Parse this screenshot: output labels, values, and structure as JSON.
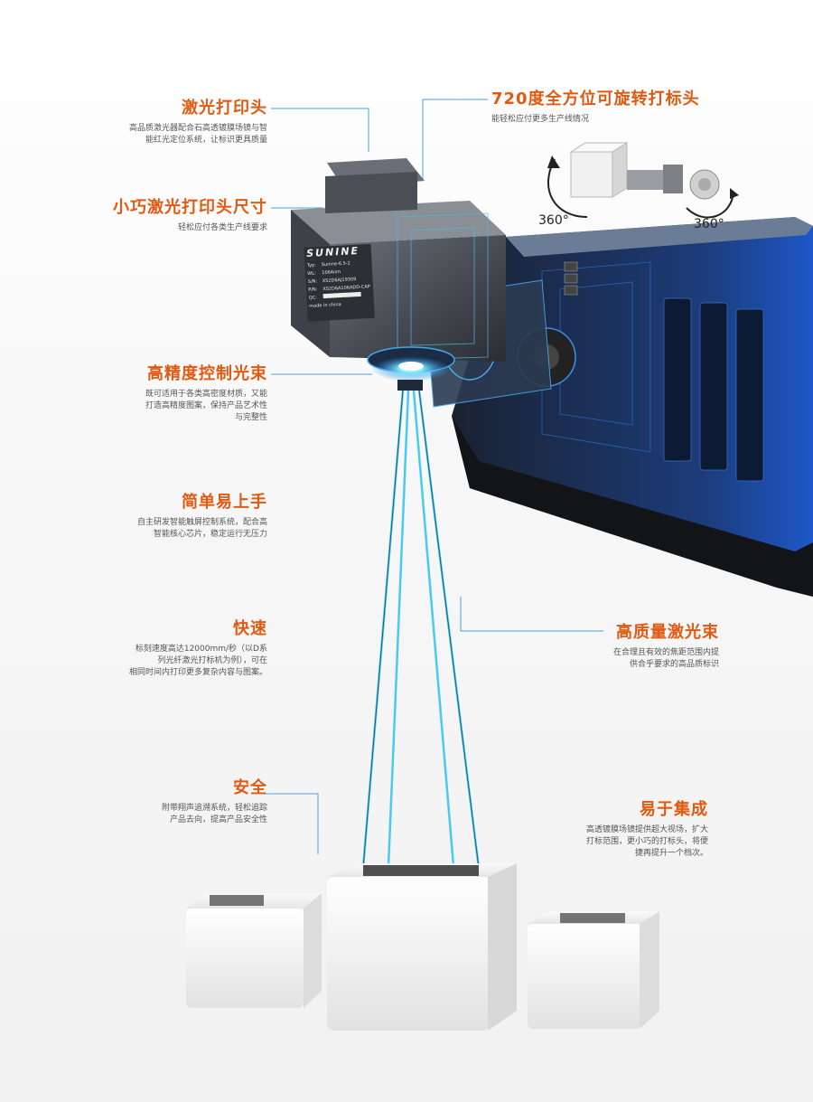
{
  "features": [
    {
      "id": "laser-head",
      "title": "激光打印头",
      "desc": [
        "高品质激光器配合石高透镀膜场镜与智",
        "能红光定位系统，让标识更具质量"
      ]
    },
    {
      "id": "rotate-720",
      "title": "720度全方位可旋转打标头",
      "desc": [
        "能轻松应付更多生产线情况"
      ]
    },
    {
      "id": "compact-size",
      "title": "小巧激光打印头尺寸",
      "desc": [
        "轻松应付各类生产线要求"
      ]
    },
    {
      "id": "precision-beam",
      "title": "高精度控制光束",
      "desc": [
        "既可适用于各类高密度材质，又能",
        "打造高精度图案，保持产品艺术性",
        "与完整性"
      ]
    },
    {
      "id": "easy-use",
      "title": "简单易上手",
      "desc": [
        "自主研发智能触屏控制系统，配合高",
        "智能核心芯片，稳定运行无压力"
      ]
    },
    {
      "id": "fast",
      "title": "快速",
      "desc": [
        "标刻速度高达12000mm/秒（以D系",
        "列光纤激光打标机为例），可在",
        "相同时间内打印更多复杂内容与图案。"
      ]
    },
    {
      "id": "quality-beam",
      "title": "高质量激光束",
      "desc": [
        "在合理且有效的焦距范围内提",
        "供合乎要求的高品质标识"
      ]
    },
    {
      "id": "safety",
      "title": "安全",
      "desc": [
        "附带翔声追溯系统，轻松追踪",
        "产品去向，提高产品安全性"
      ]
    },
    {
      "id": "integration",
      "title": "易于集成",
      "desc": [
        "高透镀膜场镜提供超大视场，扩大",
        "打标范围，更小巧的打标头，将便",
        "捷再提升一个档次。"
      ]
    }
  ],
  "rotation": {
    "left": "360°",
    "right": "360°"
  },
  "device": {
    "brand": "SUNINE",
    "label_rows": [
      {
        "key": "Typ:",
        "val": "Sunine-6.5-2"
      },
      {
        "key": "WL:",
        "val": "1064nm"
      },
      {
        "key": "S/N:",
        "val": "XS2D6AJ19309"
      },
      {
        "key": "P/N:",
        "val": "XS2D6A106ADD-CAP"
      },
      {
        "key": "QC:",
        "val": ""
      }
    ],
    "made_in": "made in china"
  },
  "colors": {
    "accent": "#e05a12",
    "line": "#4aa3d8",
    "beam": "#37c6f0"
  }
}
